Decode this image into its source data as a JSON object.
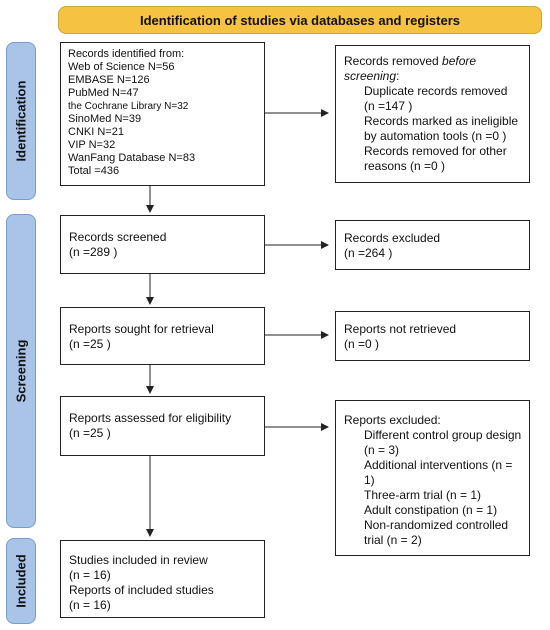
{
  "banner": "Identification of studies via databases and registers",
  "phases": {
    "identification": "Identification",
    "screening": "Screening",
    "included": "Included"
  },
  "identified": {
    "header": "Records identified from:",
    "sources": [
      "Web of Science N=56",
      "EMBASE N=126",
      "PubMed N=47",
      "the Cochrane Library N=32",
      "SinoMed N=39",
      "CNKI N=21",
      "VIP N=32",
      "WanFang Database N=83"
    ],
    "total": "Total =436"
  },
  "removed": {
    "title_prefix": "Records removed ",
    "title_em": "before",
    "title_suffix": "screening",
    "items": [
      [
        "Duplicate records removed",
        "(n =147 )"
      ],
      [
        "Records marked as ineligible",
        "by automation tools (n =0 )"
      ],
      [
        "Records removed for other",
        "reasons (n =0 )"
      ]
    ]
  },
  "screened": {
    "label": "Records screened",
    "n": "(n =289 )"
  },
  "excluded": {
    "label": "Records excluded",
    "n": "(n =264 )"
  },
  "sought": {
    "label": "Reports sought for retrieval",
    "n": "(n =25 )"
  },
  "not_retrieved": {
    "label": "Reports not retrieved",
    "n": "(n =0 )"
  },
  "assessed": {
    "label": "Reports assessed for eligibility",
    "n": "(n =25 )"
  },
  "reports_excluded": {
    "header": "Reports excluded:",
    "items": [
      [
        "Different control group design",
        "(n = 3)"
      ],
      [
        "Additional interventions (n =",
        "1)"
      ],
      [
        "Three-arm trial (n = 1)"
      ],
      [
        "Adult constipation (n = 1)"
      ],
      [
        "Non-randomized controlled",
        "trial (n = 2)"
      ]
    ]
  },
  "included_box": {
    "lines": [
      "Studies included in review",
      "(n = 16)",
      "Reports of included studies",
      "(n = 16)"
    ]
  }
}
